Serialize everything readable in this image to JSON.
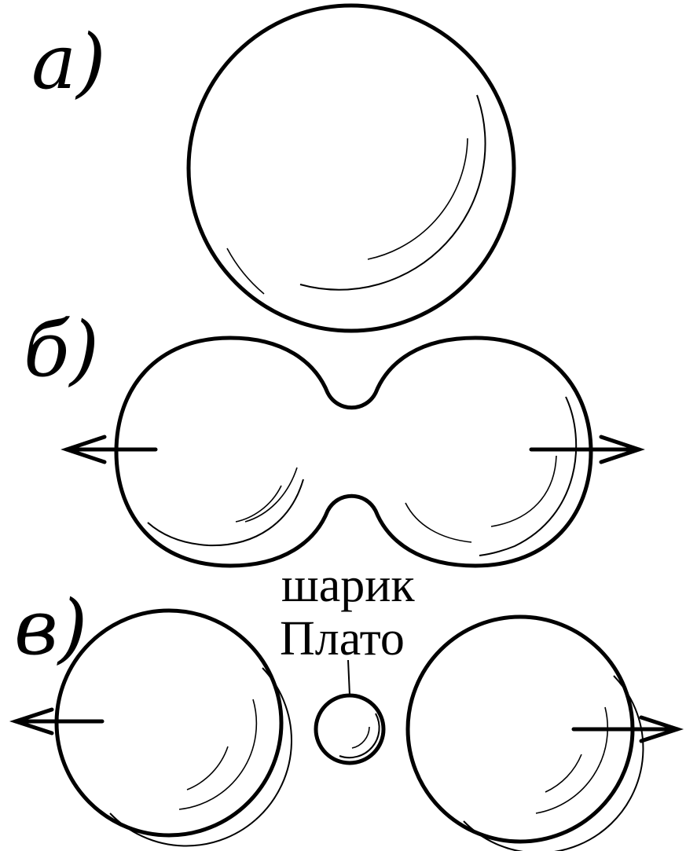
{
  "labels": {
    "a": "а)",
    "b": "б)",
    "c": "в)"
  },
  "callout": {
    "line1": "шарик",
    "line2": "Плато"
  }
}
